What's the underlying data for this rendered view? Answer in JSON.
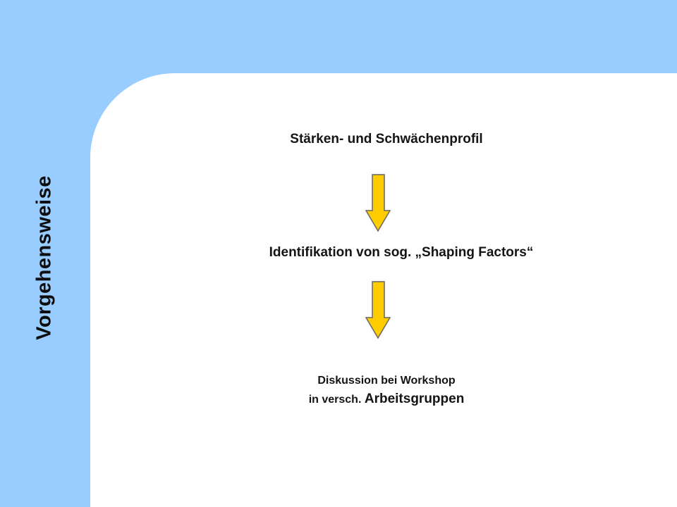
{
  "side_title": "Vorgehensweise",
  "steps": {
    "step1": "Stärken- und Schwächenprofil",
    "step2": "Identifikation von sog. „Shaping Factors“",
    "step3_line1": "Diskussion bei Workshop",
    "step3_line2_prefix": "in versch. ",
    "step3_line2_emphasis": "Arbeitsgruppen"
  },
  "colors": {
    "background": "#99ccff",
    "panel": "#ffffff",
    "arrow_fill": "#ffcc00",
    "arrow_stroke": "#666666"
  }
}
